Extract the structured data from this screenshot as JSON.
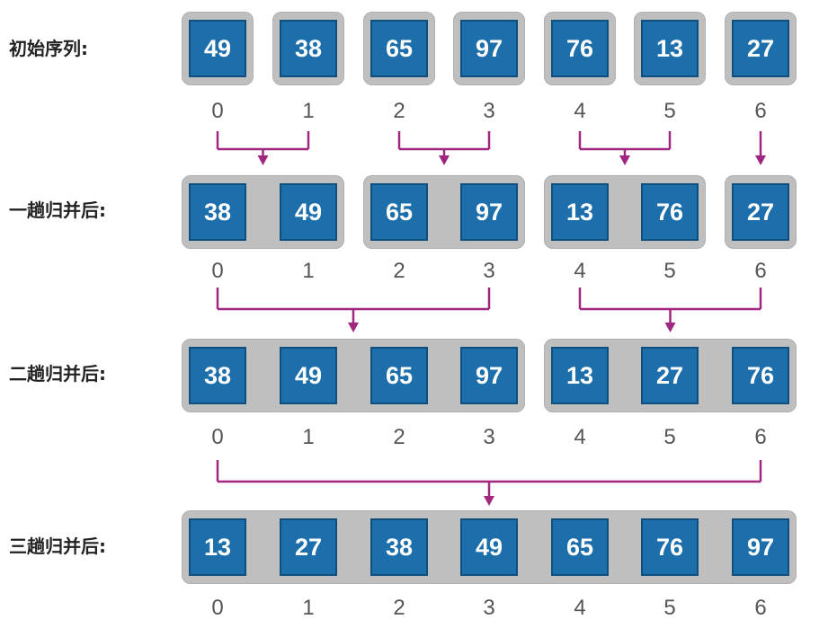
{
  "rows": [
    {
      "label": "初始序列:",
      "values": [
        "49",
        "38",
        "65",
        "97",
        "76",
        "13",
        "27"
      ],
      "groups": [
        [
          0,
          0
        ],
        [
          1,
          1
        ],
        [
          2,
          2
        ],
        [
          3,
          3
        ],
        [
          4,
          4
        ],
        [
          5,
          5
        ],
        [
          6,
          6
        ]
      ]
    },
    {
      "label": "一趟归并后:",
      "values": [
        "38",
        "49",
        "65",
        "97",
        "13",
        "76",
        "27"
      ],
      "groups": [
        [
          0,
          1
        ],
        [
          2,
          3
        ],
        [
          4,
          5
        ],
        [
          6,
          6
        ]
      ]
    },
    {
      "label": "二趟归并后:",
      "values": [
        "38",
        "49",
        "65",
        "97",
        "13",
        "27",
        "76"
      ],
      "groups": [
        [
          0,
          3
        ],
        [
          4,
          6
        ]
      ]
    },
    {
      "label": "三趟归并后:",
      "values": [
        "13",
        "27",
        "38",
        "49",
        "65",
        "76",
        "97"
      ],
      "groups": [
        [
          0,
          6
        ]
      ]
    }
  ],
  "indices": [
    "0",
    "1",
    "2",
    "3",
    "4",
    "5",
    "6"
  ],
  "colors": {
    "cell": "#1c6fab",
    "group": "#bfbfbf",
    "arrow": "#a0267f"
  },
  "merges": [
    [
      [
        0,
        1
      ],
      [
        2,
        3
      ],
      [
        4,
        5
      ],
      [
        6,
        6
      ]
    ],
    [
      [
        0,
        3
      ],
      [
        4,
        6
      ]
    ],
    [
      [
        0,
        6
      ]
    ]
  ]
}
